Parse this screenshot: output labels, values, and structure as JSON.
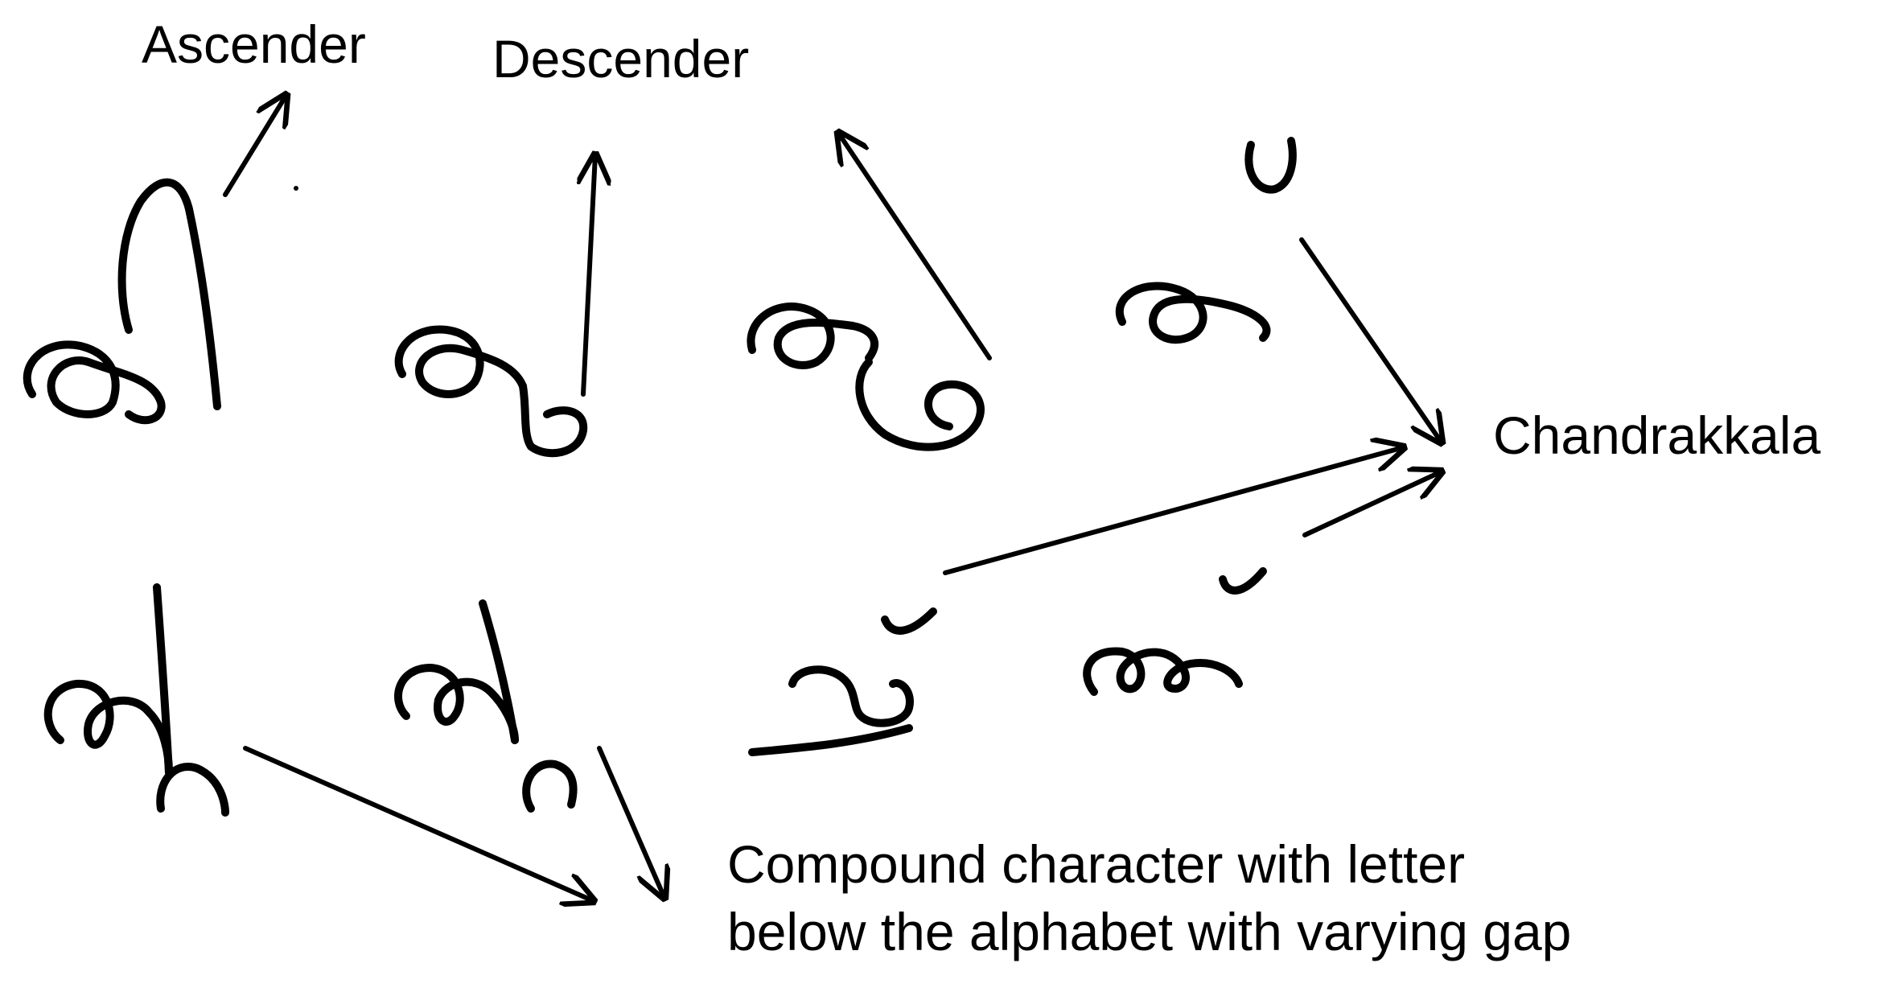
{
  "labels": {
    "ascender": "Ascender",
    "descender": "Descender",
    "chandrakkala": "Chandrakkala",
    "compound_line1": "Compound character with letter",
    "compound_line2": "below the alphabet with varying gap"
  },
  "colors": {
    "background": "#ffffff",
    "ink": "#000000"
  }
}
